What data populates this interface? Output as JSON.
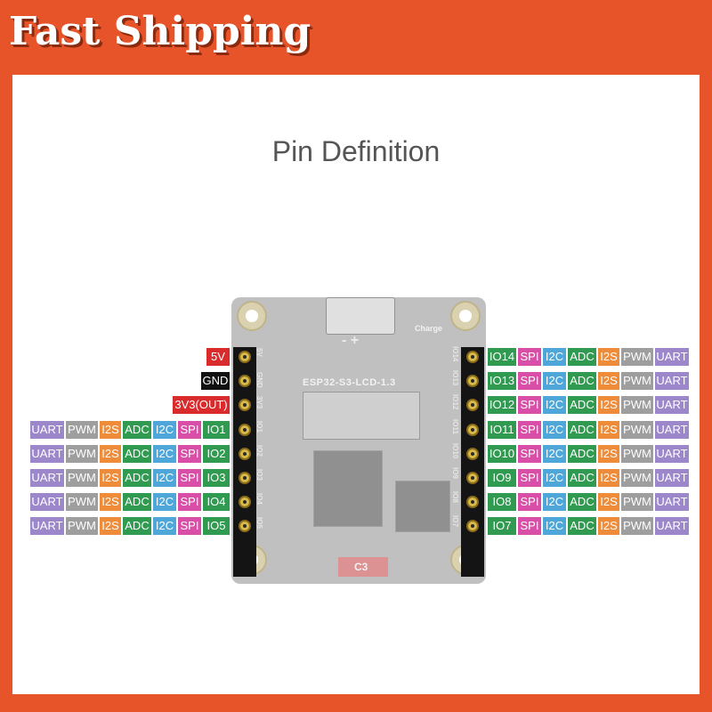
{
  "banner": {
    "title": "Fast Shipping"
  },
  "title": "Pin Definition",
  "board": {
    "name": "ESP32-S3-LCD-1.3",
    "charge_label": "Charge",
    "polarity": "- +",
    "cap_label": "C3"
  },
  "colors": {
    "frame": "#e8542a",
    "UART": "#9b87c9",
    "PWM": "#9e9e9e",
    "I2S": "#ee8c3a",
    "ADC": "#2f9a50",
    "I2C": "#4fa6d9",
    "SPI": "#d94fa8",
    "IO": "#2f9a50",
    "5V": "#d92b2b",
    "GND": "#111111",
    "3V3(OUT)": "#d92b2b"
  },
  "left_pins": [
    {
      "name": "5V",
      "header": "5V",
      "functions": []
    },
    {
      "name": "GND",
      "header": "GND",
      "functions": []
    },
    {
      "name": "3V3(OUT)",
      "header": "3V3",
      "functions": []
    },
    {
      "name": "IO1",
      "header": "IO1",
      "functions": [
        "UART",
        "PWM",
        "I2S",
        "ADC",
        "I2C",
        "SPI"
      ]
    },
    {
      "name": "IO2",
      "header": "IO2",
      "functions": [
        "UART",
        "PWM",
        "I2S",
        "ADC",
        "I2C",
        "SPI"
      ]
    },
    {
      "name": "IO3",
      "header": "IO3",
      "functions": [
        "UART",
        "PWM",
        "I2S",
        "ADC",
        "I2C",
        "SPI"
      ]
    },
    {
      "name": "IO4",
      "header": "IO4",
      "functions": [
        "UART",
        "PWM",
        "I2S",
        "ADC",
        "I2C",
        "SPI"
      ]
    },
    {
      "name": "IO5",
      "header": "IO5",
      "functions": [
        "UART",
        "PWM",
        "I2S",
        "ADC",
        "I2C",
        "SPI"
      ]
    }
  ],
  "right_pins": [
    {
      "name": "IO14",
      "header": "IO14",
      "functions": [
        "SPI",
        "I2C",
        "ADC",
        "I2S",
        "PWM",
        "UART"
      ]
    },
    {
      "name": "IO13",
      "header": "IO13",
      "functions": [
        "SPI",
        "I2C",
        "ADC",
        "I2S",
        "PWM",
        "UART"
      ]
    },
    {
      "name": "IO12",
      "header": "IO12",
      "functions": [
        "SPI",
        "I2C",
        "ADC",
        "I2S",
        "PWM",
        "UART"
      ]
    },
    {
      "name": "IO11",
      "header": "IO11",
      "functions": [
        "SPI",
        "I2C",
        "ADC",
        "I2S",
        "PWM",
        "UART"
      ]
    },
    {
      "name": "IO10",
      "header": "IO10",
      "functions": [
        "SPI",
        "I2C",
        "ADC",
        "I2S",
        "PWM",
        "UART"
      ]
    },
    {
      "name": "IO9",
      "header": "IO9",
      "functions": [
        "SPI",
        "I2C",
        "ADC",
        "I2S",
        "PWM",
        "UART"
      ]
    },
    {
      "name": "IO8",
      "header": "IO8",
      "functions": [
        "SPI",
        "I2C",
        "ADC",
        "I2S",
        "PWM",
        "UART"
      ]
    },
    {
      "name": "IO7",
      "header": "IO7",
      "functions": [
        "SPI",
        "I2C",
        "ADC",
        "I2S",
        "PWM",
        "UART"
      ]
    }
  ]
}
